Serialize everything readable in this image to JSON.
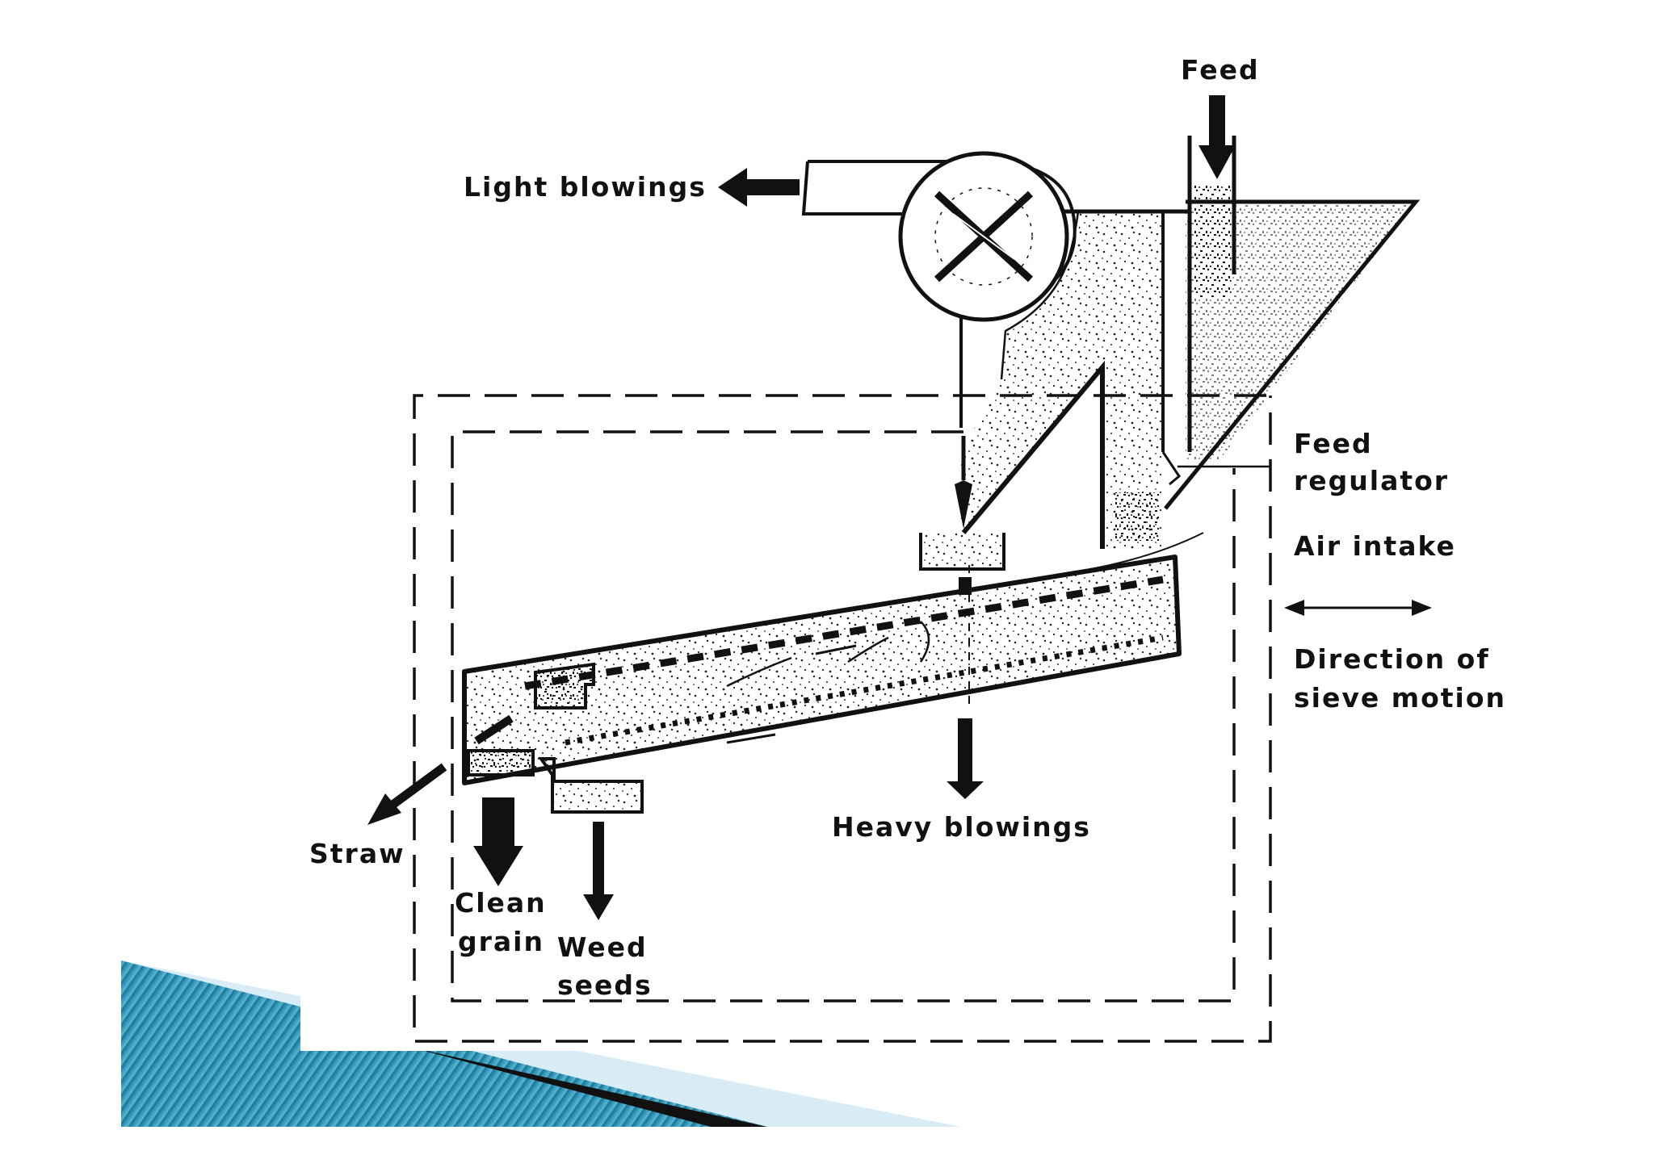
{
  "diagram": {
    "labels": {
      "feed": "Feed",
      "light_blowings": "Light blowings",
      "feed_regulator_line1": "Feed",
      "feed_regulator_line2": "regulator",
      "air_intake": "Air intake",
      "direction_line1": "Direction of",
      "direction_line2": "sieve motion",
      "heavy_blowings": "Heavy blowings",
      "straw": "Straw",
      "clean_grain_line1": "Clean",
      "clean_grain_line2": "grain",
      "weed_seeds_line1": "Weed",
      "weed_seeds_line2": "seeds"
    }
  },
  "colors": {
    "ink": "#111111",
    "slide_accent_dark": "#0b6c8a",
    "slide_accent_light": "#5fb7d3"
  }
}
